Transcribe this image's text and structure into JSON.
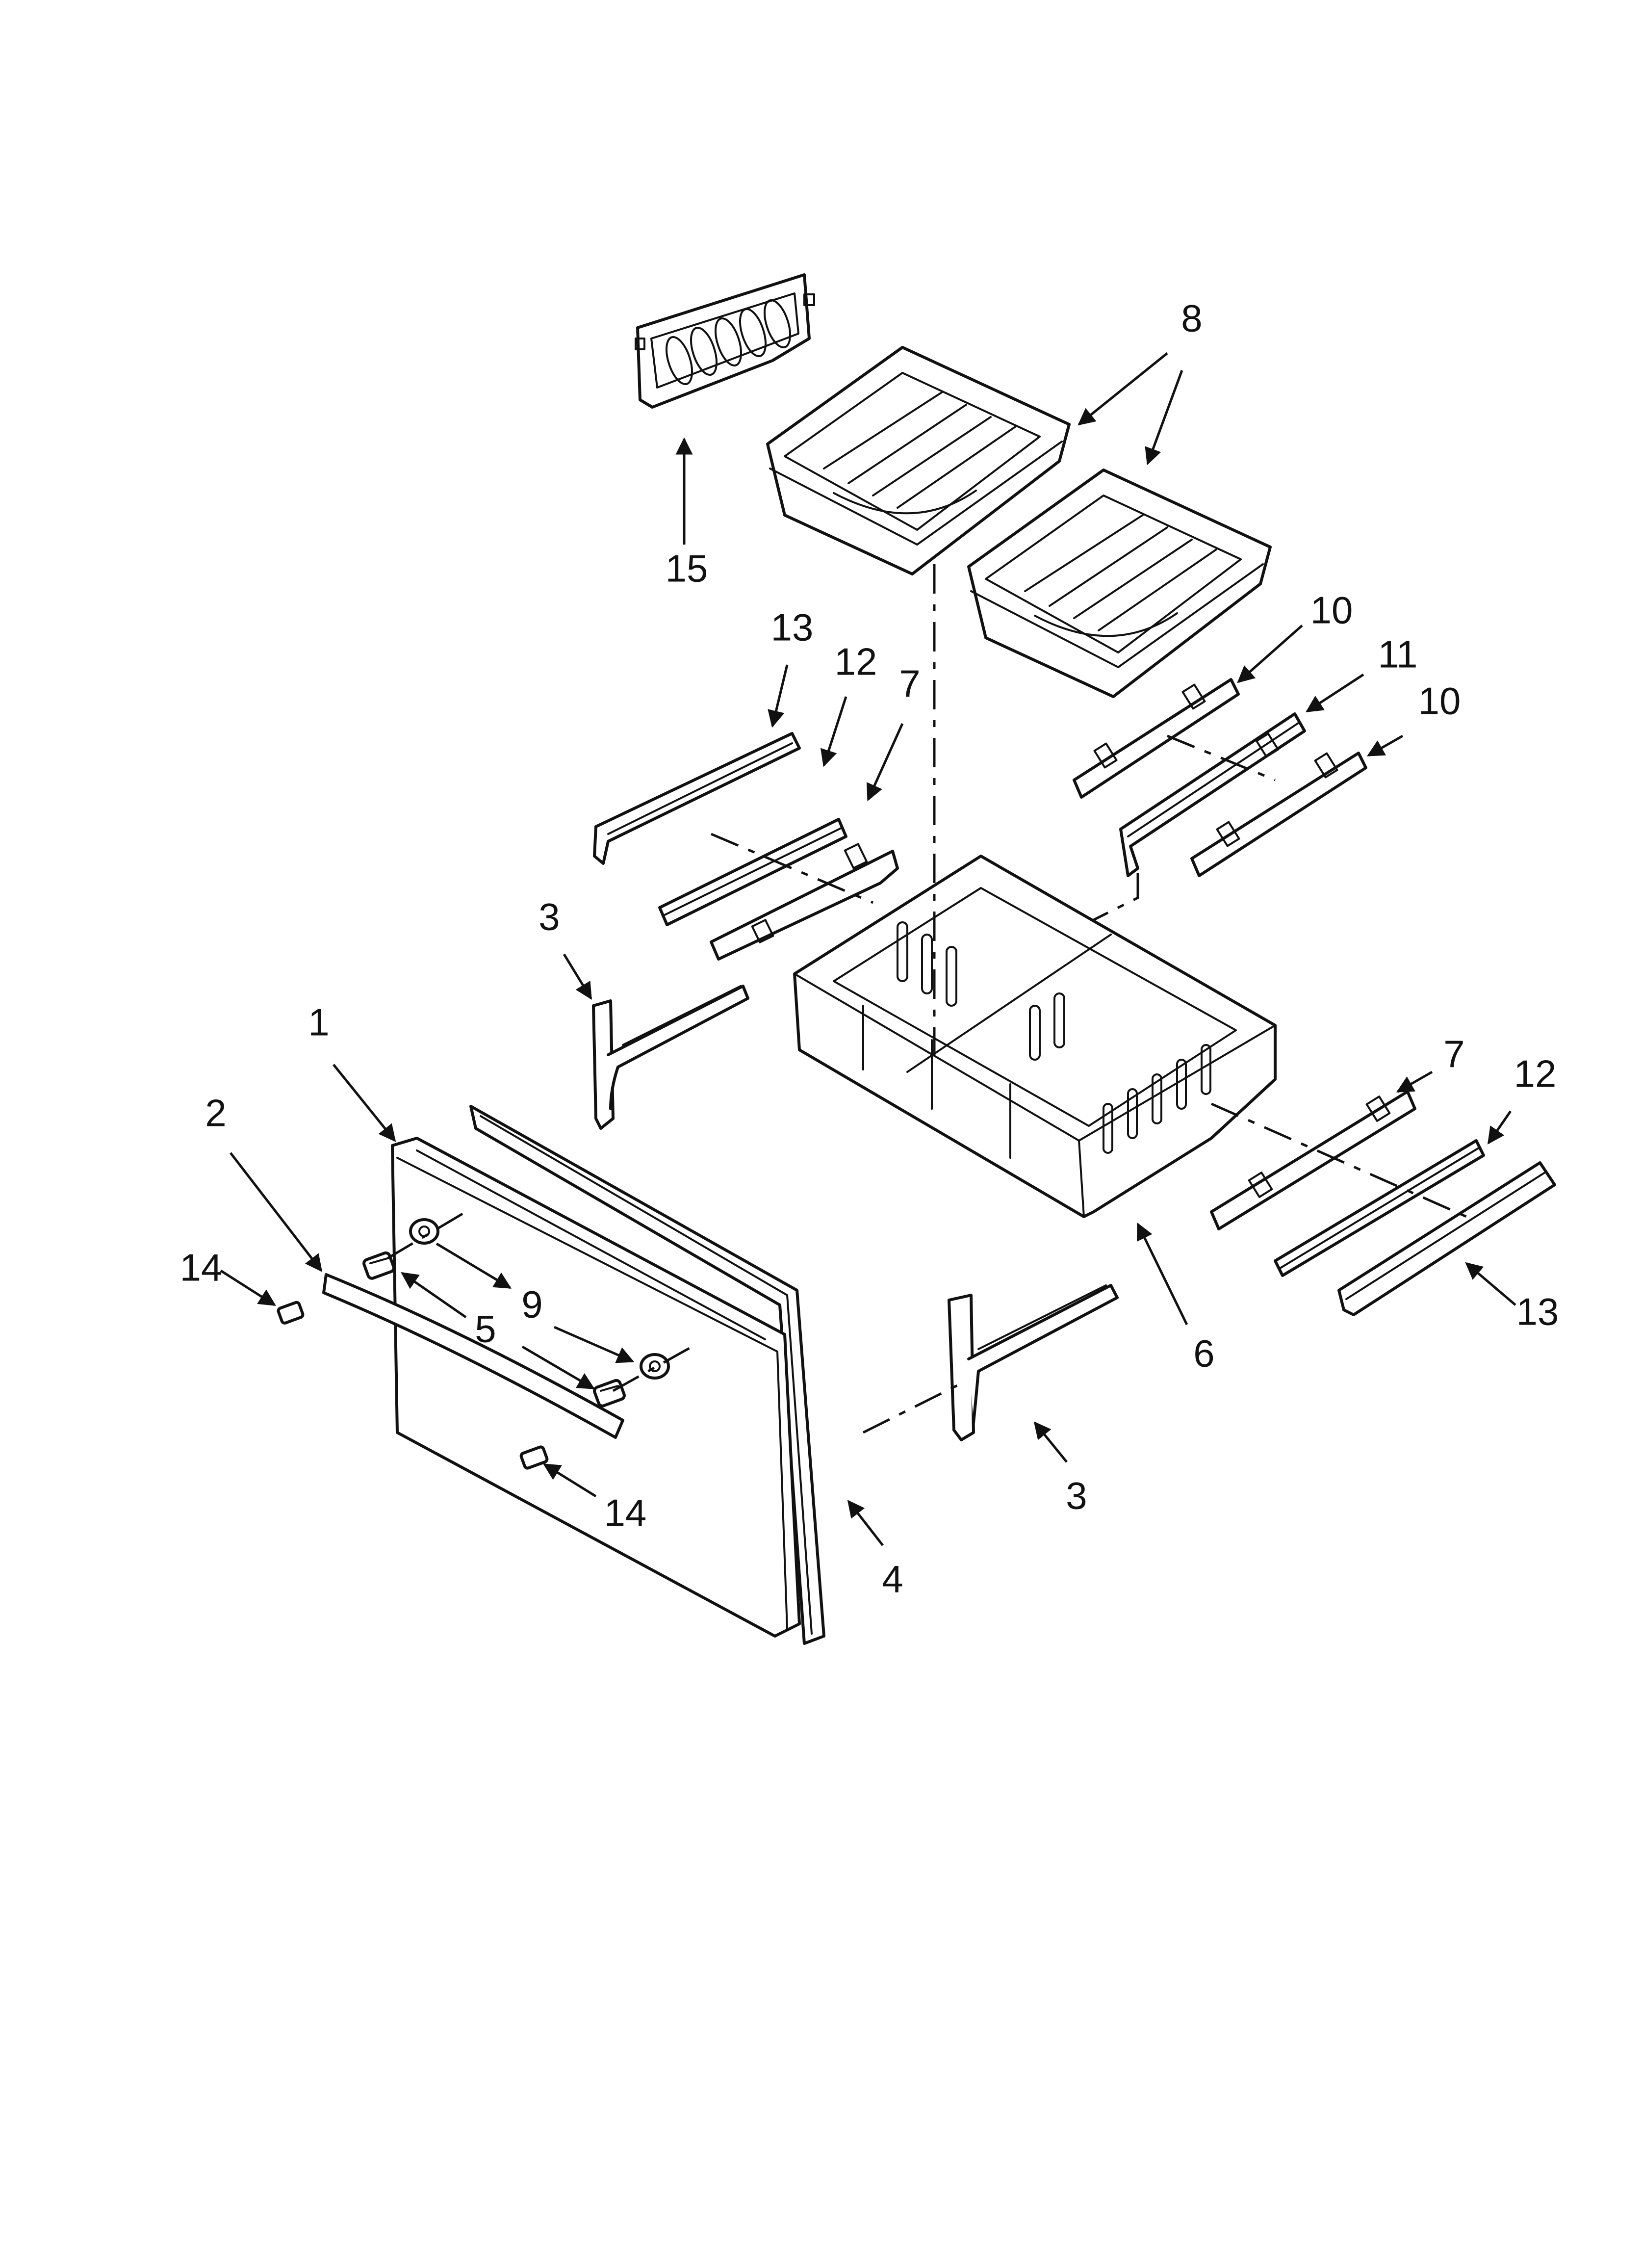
{
  "diagram": {
    "callouts": [
      {
        "id": "c1",
        "label": "1"
      },
      {
        "id": "c2",
        "label": "2"
      },
      {
        "id": "c3a",
        "label": "3"
      },
      {
        "id": "c3b",
        "label": "3"
      },
      {
        "id": "c4",
        "label": "4"
      },
      {
        "id": "c5",
        "label": "5"
      },
      {
        "id": "c6",
        "label": "6"
      },
      {
        "id": "c7a",
        "label": "7"
      },
      {
        "id": "c7b",
        "label": "7"
      },
      {
        "id": "c8",
        "label": "8"
      },
      {
        "id": "c9",
        "label": "9"
      },
      {
        "id": "c10a",
        "label": "10"
      },
      {
        "id": "c10b",
        "label": "10"
      },
      {
        "id": "c11",
        "label": "11"
      },
      {
        "id": "c12a",
        "label": "12"
      },
      {
        "id": "c12b",
        "label": "12"
      },
      {
        "id": "c13a",
        "label": "13"
      },
      {
        "id": "c13b",
        "label": "13"
      },
      {
        "id": "c14a",
        "label": "14"
      },
      {
        "id": "c14b",
        "label": "14"
      },
      {
        "id": "c15",
        "label": "15"
      }
    ]
  }
}
